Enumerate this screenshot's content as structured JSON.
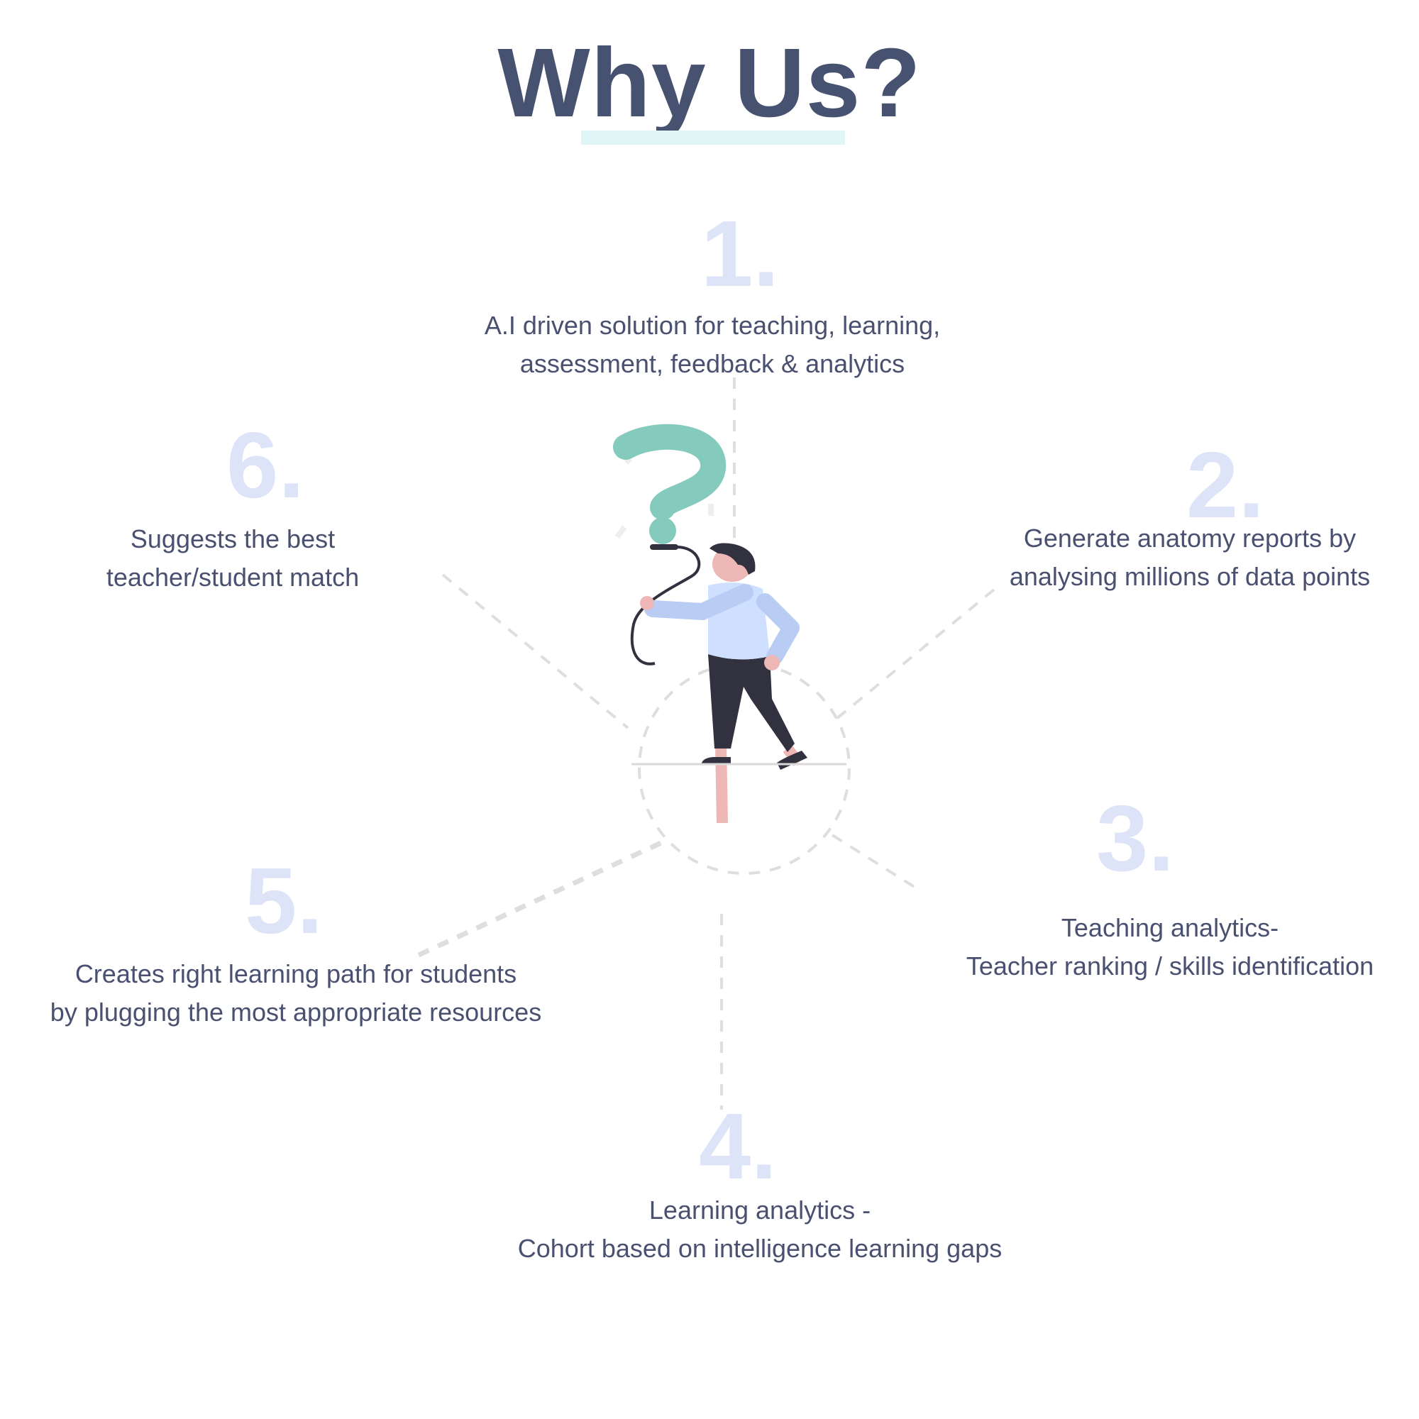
{
  "title": "Why Us?",
  "colors": {
    "title": "#475270",
    "number": "#dde4f8",
    "text": "#4a5070",
    "accent": "#84cbbd",
    "underline": "#e0f6f6"
  },
  "points": [
    {
      "number": "1.",
      "lines": [
        "A.I driven solution for teaching, learning,",
        "assessment, feedback & analytics"
      ]
    },
    {
      "number": "2.",
      "lines": [
        "Generate anatomy reports by",
        "analysing millions of data points"
      ]
    },
    {
      "number": "3.",
      "lines": [
        "Teaching analytics-",
        "Teacher ranking / skills identification"
      ]
    },
    {
      "number": "4.",
      "lines": [
        "Learning analytics -",
        "Cohort based on intelligence learning gaps"
      ]
    },
    {
      "number": "5.",
      "lines": [
        "Creates right learning path for students",
        "by plugging the most appropriate resources"
      ]
    },
    {
      "number": "6.",
      "lines": [
        "Suggests the best",
        "teacher/student match"
      ]
    }
  ]
}
